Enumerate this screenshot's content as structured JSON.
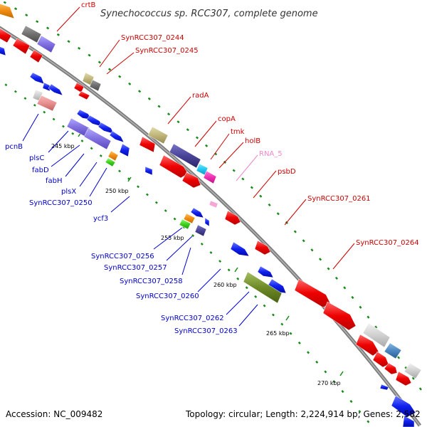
{
  "title": "Synechococcus sp. RCC307, complete genome",
  "footer": {
    "accession": "Accession: NC_009482",
    "topology": "Topology: circular; Length: 2,224,914 bp; Genes: 2,582"
  },
  "colors": {
    "backbone": "#8c8c8c",
    "tick_dots": "#1a8a1a",
    "forward_gene": "#ee1111",
    "reverse_gene": "#1122ee",
    "forward_label": "#cc0000",
    "reverse_label": "#0000cc",
    "rna_label": "#ee88cc"
  },
  "ticks": [
    {
      "label": "245 kbp"
    },
    {
      "label": "250 kbp"
    },
    {
      "label": "255 kbp"
    },
    {
      "label": "260 kbp"
    },
    {
      "label": "265 kbp"
    },
    {
      "label": "270 kbp"
    }
  ],
  "forward_labels": [
    "crtB",
    "SynRCC307_0244",
    "SynRCC307_0245",
    "radA",
    "copA",
    "tmk",
    "holB",
    "RNA_5",
    "psbD",
    "SynRCC307_0261",
    "SynRCC307_0264"
  ],
  "reverse_labels": [
    "pcnB",
    "plsC",
    "fabD",
    "fabH",
    "plsX",
    "SynRCC307_0250",
    "ycf3",
    "SynRCC307_0256",
    "SynRCC307_0257",
    "SynRCC307_0258",
    "SynRCC307_0260",
    "SynRCC307_0262",
    "SynRCC307_0263"
  ]
}
